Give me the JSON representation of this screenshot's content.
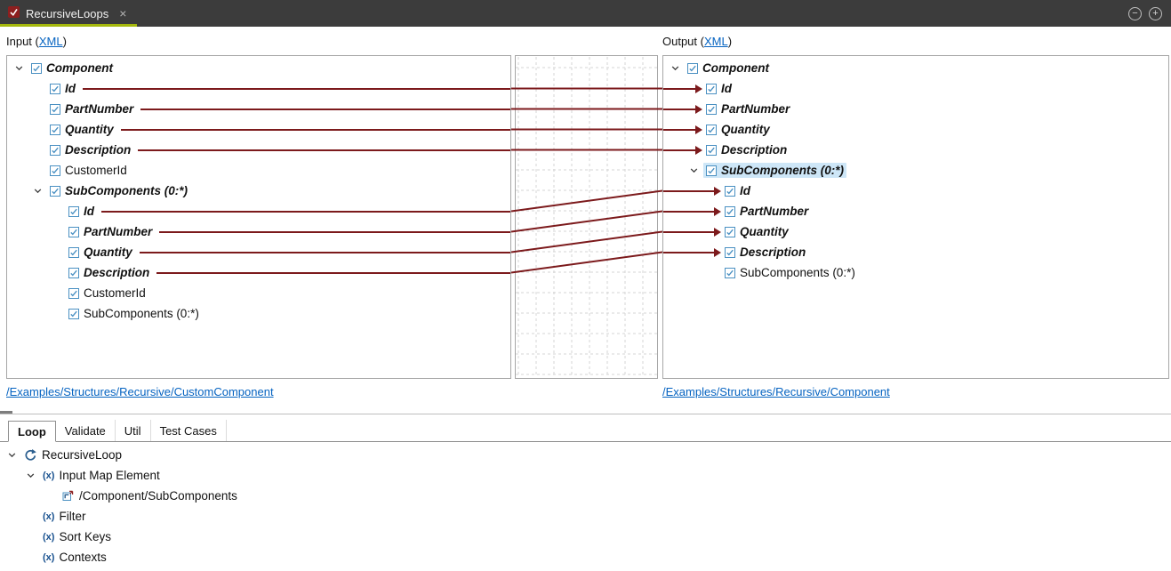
{
  "titlebar": {
    "tab_title": "RecursiveLoops",
    "close_glyph": "×",
    "restore_glyph": "−",
    "maximize_glyph": "+"
  },
  "headers": {
    "input_prefix": "Input (",
    "input_link": "XML",
    "input_suffix": ")",
    "output_prefix": "Output (",
    "output_link": "XML",
    "output_suffix": ")"
  },
  "input_tree": {
    "rows": [
      {
        "label": "Component",
        "level": 0,
        "chevron": true,
        "mapped": true
      },
      {
        "label": "Id",
        "level": 1,
        "mapped": true,
        "line": true
      },
      {
        "label": "PartNumber",
        "level": 1,
        "mapped": true,
        "line": true
      },
      {
        "label": "Quantity",
        "level": 1,
        "mapped": true,
        "line": true
      },
      {
        "label": "Description",
        "level": 1,
        "mapped": true,
        "line": true
      },
      {
        "label": "CustomerId",
        "level": 1
      },
      {
        "label": "SubComponents (0:*)",
        "level": 1,
        "chevron": true,
        "mapped": true
      },
      {
        "label": "Id",
        "level": 2,
        "mapped": true,
        "line": true
      },
      {
        "label": "PartNumber",
        "level": 2,
        "mapped": true,
        "line": true
      },
      {
        "label": "Quantity",
        "level": 2,
        "mapped": true,
        "line": true
      },
      {
        "label": "Description",
        "level": 2,
        "mapped": true,
        "line": true
      },
      {
        "label": "CustomerId",
        "level": 2
      },
      {
        "label": "SubComponents (0:*)",
        "level": 2
      }
    ]
  },
  "output_tree": {
    "rows": [
      {
        "label": "Component",
        "level": 0,
        "chevron": true,
        "mapped": true
      },
      {
        "label": "Id",
        "level": 1,
        "mapped": true,
        "arrow": true
      },
      {
        "label": "PartNumber",
        "level": 1,
        "mapped": true,
        "arrow": true
      },
      {
        "label": "Quantity",
        "level": 1,
        "mapped": true,
        "arrow": true
      },
      {
        "label": "Description",
        "level": 1,
        "mapped": true,
        "arrow": true
      },
      {
        "label": "SubComponents (0:*)",
        "level": 1,
        "chevron": true,
        "mapped": true,
        "highlighted": true
      },
      {
        "label": "Id",
        "level": 2,
        "mapped": true,
        "arrow": true
      },
      {
        "label": "PartNumber",
        "level": 2,
        "mapped": true,
        "arrow": true
      },
      {
        "label": "Quantity",
        "level": 2,
        "mapped": true,
        "arrow": true
      },
      {
        "label": "Description",
        "level": 2,
        "mapped": true,
        "arrow": true
      },
      {
        "label": "SubComponents (0:*)",
        "level": 2
      }
    ]
  },
  "connections": [
    {
      "from": 1,
      "to": 1
    },
    {
      "from": 2,
      "to": 2
    },
    {
      "from": 3,
      "to": 3
    },
    {
      "from": 4,
      "to": 4
    },
    {
      "from": 7,
      "to": 6
    },
    {
      "from": 8,
      "to": 7
    },
    {
      "from": 9,
      "to": 8
    },
    {
      "from": 10,
      "to": 9
    }
  ],
  "paths": {
    "input": "/Examples/Structures/Recursive/CustomComponent",
    "output": "/Examples/Structures/Recursive/Component"
  },
  "colors": {
    "mapping_line": "#7c1a1c",
    "grid": "#d4d4d4",
    "highlight": "#cde6f7",
    "link": "#0563c1",
    "tab_underline": "#a5b80c",
    "titlebar_bg": "#3c3c3c"
  },
  "bottom_panel": {
    "tabs": [
      {
        "label": "Loop",
        "active": true
      },
      {
        "label": "Validate"
      },
      {
        "label": "Util"
      },
      {
        "label": "Test Cases"
      }
    ],
    "fx_glyph": "(x)",
    "tree": [
      {
        "label": "RecursiveLoop",
        "level": 0,
        "chevron": true,
        "icon": "loop"
      },
      {
        "label": "Input Map Element",
        "level": 1,
        "chevron": true,
        "icon": "fx"
      },
      {
        "label": "/Component/SubComponents",
        "level": 2,
        "icon": "path"
      },
      {
        "label": "Filter",
        "level": 1,
        "icon": "fx"
      },
      {
        "label": "Sort Keys",
        "level": 1,
        "icon": "fx"
      },
      {
        "label": "Contexts",
        "level": 1,
        "icon": "fx"
      }
    ]
  }
}
